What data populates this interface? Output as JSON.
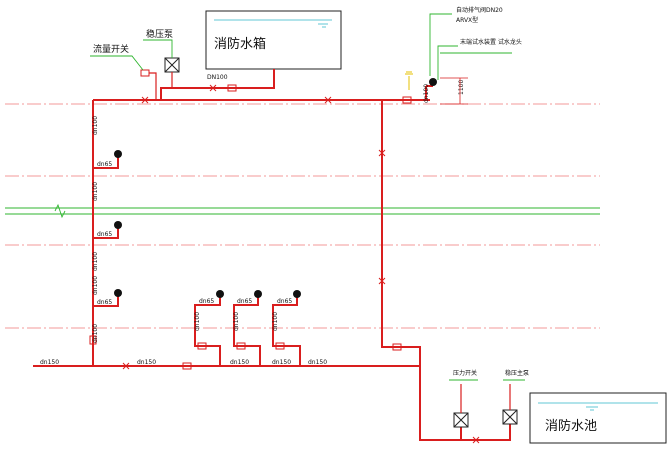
{
  "tanks": {
    "top_label": "消防水箱",
    "bottom_label": "消防水池"
  },
  "equipment": {
    "flow_switch": "流量开关",
    "booster_pump": "稳压泵",
    "pressure_switch": "压力开关",
    "main_pump": "稳压主泵"
  },
  "annotations": {
    "exhaust_valve": "自动排气阀DN20",
    "exhaust_valve_model": "ARVX型",
    "end_test": "末端试水装置  试水龙头",
    "height": "1100",
    "dn100_top": "DN100",
    "riser_dn100_label": "dn100",
    "right_dn65": "dn65"
  },
  "pipe_labels": {
    "riser_upper": "dn100",
    "riser_mid": "dn100",
    "riser_lower": "dn100",
    "riser_lower2": "dn100",
    "riser_bottom": "dn100",
    "branch_1": "dn65",
    "branch_2": "dn65",
    "branch_3": "dn65",
    "sub_riser_1": "dn100",
    "sub_riser_2": "dn100",
    "sub_riser_3": "dn100",
    "sub_branch_1": "dn65",
    "sub_branch_2": "dn65",
    "sub_branch_3": "dn65",
    "main_1": "dn150",
    "main_2": "dn150",
    "main_3": "dn150",
    "main_4": "dn150",
    "main_5": "dn150"
  },
  "colors": {
    "pipe": "#d91e1e",
    "leader": "#2fb52f",
    "floor_line": "#f07a7a",
    "water": "#2fb5c6"
  }
}
